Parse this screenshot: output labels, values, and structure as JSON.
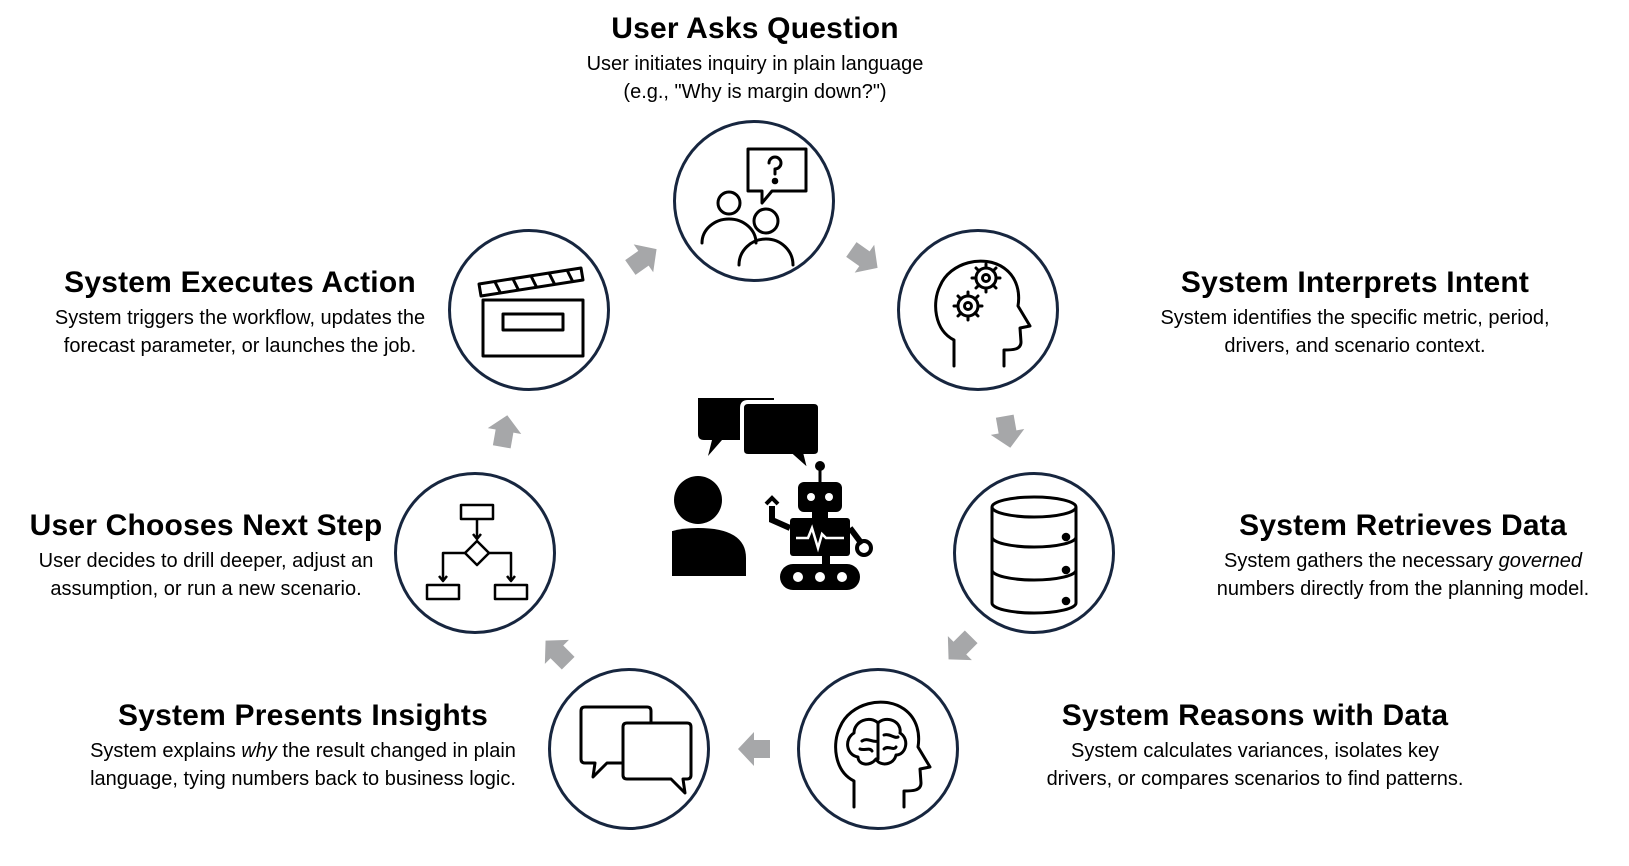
{
  "steps": [
    {
      "id": "user-asks-question",
      "title": "User Asks Question",
      "desc_line1": "User initiates inquiry in plain language",
      "desc_line2": "(e.g., \"Why is margin down?\")",
      "icon": "people-question-icon"
    },
    {
      "id": "system-interprets-intent",
      "title": "System Interprets Intent",
      "desc_line1": "System identifies the specific metric, period,",
      "desc_line2": "drivers, and scenario context.",
      "icon": "head-gears-icon"
    },
    {
      "id": "system-retrieves-data",
      "title": "System Retrieves Data",
      "desc_line1_pre": "System gathers the necessary ",
      "desc_line1_em": "governed",
      "desc_line2": "numbers directly from the planning model.",
      "icon": "database-icon"
    },
    {
      "id": "system-reasons-with-data",
      "title": "System Reasons with Data",
      "desc_line1": "System calculates variances, isolates key",
      "desc_line2": "drivers, or compares scenarios to find patterns.",
      "icon": "head-brain-icon"
    },
    {
      "id": "system-presents-insights",
      "title": "System Presents Insights",
      "desc_line1_pre": "System explains ",
      "desc_line1_em": "why",
      "desc_line1_post": " the result changed in plain",
      "desc_line2": "language, tying numbers back to business logic.",
      "icon": "speech-bubbles-icon"
    },
    {
      "id": "user-chooses-next-step",
      "title": "User Chooses Next Step",
      "desc_line1": "User decides to drill deeper, adjust an",
      "desc_line2": "assumption, or run a new scenario.",
      "icon": "flowchart-icon"
    },
    {
      "id": "system-executes-action",
      "title": "System Executes Action",
      "desc_line1": "System triggers the workflow, updates the",
      "desc_line2": "forecast parameter, or launches the job.",
      "icon": "clapperboard-icon"
    }
  ],
  "center_icon": "user-robot-chat-icon",
  "colors": {
    "circle_border": "#17263f",
    "arrow": "#a6a7a9",
    "text": "#000000"
  }
}
